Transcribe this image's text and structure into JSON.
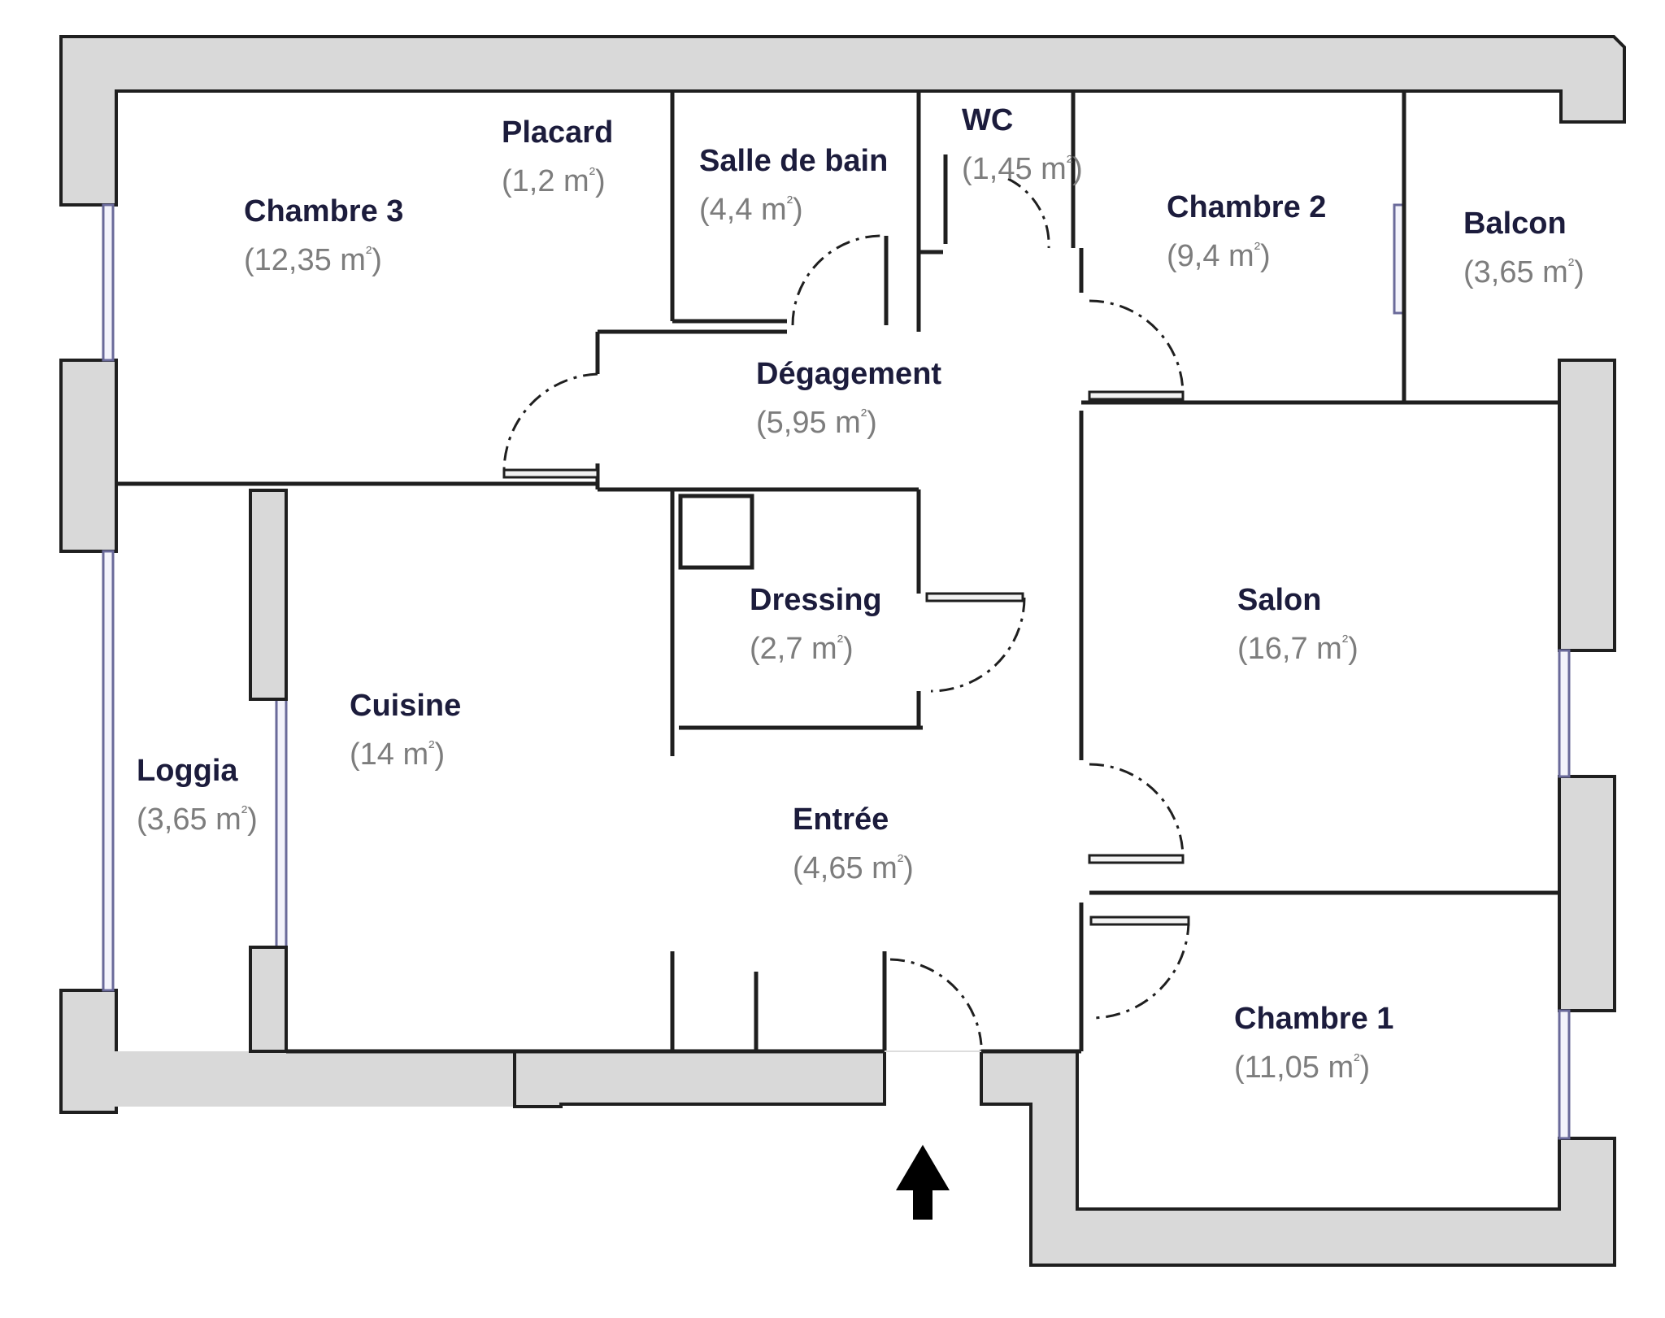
{
  "plan": {
    "accent_color": "#1c1c3c",
    "area_color": "#7d7d7d",
    "wall_color": "#d9d9d9",
    "entry_marker": "arrow-up-icon",
    "rooms": [
      {
        "name": "Chambre 3",
        "area": "(12,35 m",
        "unit_sup": "²",
        "close": ")"
      },
      {
        "name": "Placard",
        "area": "(1,2 m",
        "unit_sup": "²",
        "close": ")"
      },
      {
        "name": "Salle de bain",
        "area": "(4,4 m",
        "unit_sup": "²",
        "close": ")"
      },
      {
        "name": "WC",
        "area": "(1,45 m",
        "unit_sup": "²",
        "close": ")"
      },
      {
        "name": "Chambre 2",
        "area": "(9,4 m",
        "unit_sup": "²",
        "close": ")"
      },
      {
        "name": "Balcon",
        "area": "(3,65 m",
        "unit_sup": "²",
        "close": ")"
      },
      {
        "name": "Dégagement",
        "area": "(5,95 m",
        "unit_sup": "²",
        "close": ")"
      },
      {
        "name": "Dressing",
        "area": "(2,7 m",
        "unit_sup": "²",
        "close": ")"
      },
      {
        "name": "Salon",
        "area": "(16,7 m",
        "unit_sup": "²",
        "close": ")"
      },
      {
        "name": "Cuisine",
        "area": "(14 m",
        "unit_sup": "²",
        "close": ")"
      },
      {
        "name": "Loggia",
        "area": "(3,65 m",
        "unit_sup": "²",
        "close": ")"
      },
      {
        "name": "Entrée",
        "area": "(4,65 m",
        "unit_sup": "²",
        "close": ")"
      },
      {
        "name": "Chambre 1",
        "area": "(11,05 m",
        "unit_sup": "²",
        "close": ")"
      }
    ]
  }
}
